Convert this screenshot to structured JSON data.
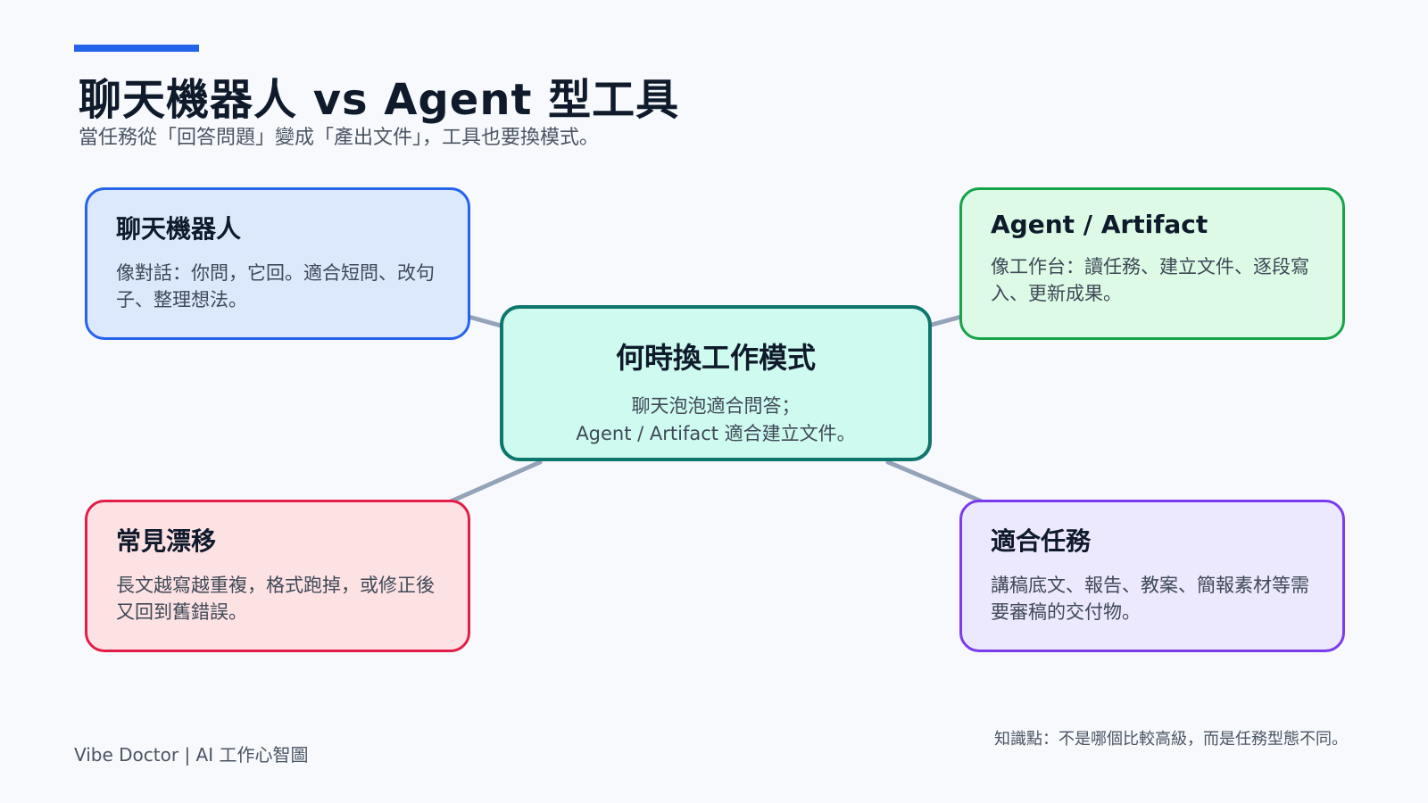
{
  "header": {
    "title": "聊天機器人 vs Agent 型工具",
    "subtitle": "當任務從「回答問題」變成「產出文件」，工具也要換模式。"
  },
  "center": {
    "title": "何時換工作模式",
    "line1": "聊天泡泡適合問答；",
    "line2": "Agent / Artifact 適合建立文件。"
  },
  "nodes": {
    "chatbot": {
      "title": "聊天機器人",
      "desc": "像對話：你問，它回。適合短問、改句子、整理想法。"
    },
    "agent": {
      "title": "Agent / Artifact",
      "desc": "像工作台：讀任務、建立文件、逐段寫入、更新成果。"
    },
    "drift": {
      "title": "常見漂移",
      "desc": "長文越寫越重複，格式跑掉，或修正後又回到舊錯誤。"
    },
    "tasks": {
      "title": "適合任務",
      "desc": "講稿底文、報告、教案、簡報素材等需要審稿的交付物。"
    }
  },
  "footer": {
    "brand": "Vibe Doctor | AI 工作心智圖",
    "note": "知識點：不是哪個比較高級，而是任務型態不同。"
  },
  "colors": {
    "accent": "#2563eb",
    "connector": "#94a3b8",
    "chatbot_border": "#2563eb",
    "agent_border": "#16a34a",
    "drift_border": "#e11d48",
    "tasks_border": "#7c3aed",
    "center_border": "#0f766e"
  }
}
